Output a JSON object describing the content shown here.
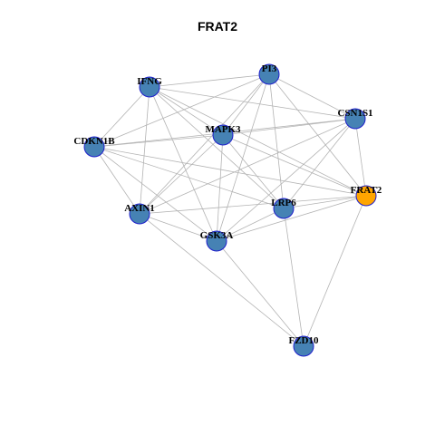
{
  "title": "FRAT2",
  "colors": {
    "node_default": "#4682B4",
    "node_highlight": "#FFA500",
    "node_border": "#1F1FCC",
    "edge": "#B3B3B3"
  },
  "nodes": [
    {
      "id": "PI3",
      "label": "PI3",
      "highlight": false
    },
    {
      "id": "IFNG",
      "label": "IFNG",
      "highlight": false
    },
    {
      "id": "CSN1S1",
      "label": "CSN1S1",
      "highlight": false
    },
    {
      "id": "MAPK3",
      "label": "MAPK3",
      "highlight": false
    },
    {
      "id": "CDKN1B",
      "label": "CDKN1B",
      "highlight": false
    },
    {
      "id": "FRAT2",
      "label": "FRAT2",
      "highlight": true
    },
    {
      "id": "AXIN1",
      "label": "AXIN1",
      "highlight": false
    },
    {
      "id": "LRP6",
      "label": "LRP6",
      "highlight": false
    },
    {
      "id": "GSK3A",
      "label": "GSK3A",
      "highlight": false
    },
    {
      "id": "FZD10",
      "label": "FZD10",
      "highlight": false
    }
  ],
  "edges": [
    [
      "PI3",
      "IFNG"
    ],
    [
      "PI3",
      "CSN1S1"
    ],
    [
      "PI3",
      "MAPK3"
    ],
    [
      "PI3",
      "CDKN1B"
    ],
    [
      "PI3",
      "FRAT2"
    ],
    [
      "PI3",
      "AXIN1"
    ],
    [
      "PI3",
      "LRP6"
    ],
    [
      "PI3",
      "GSK3A"
    ],
    [
      "IFNG",
      "CSN1S1"
    ],
    [
      "IFNG",
      "MAPK3"
    ],
    [
      "IFNG",
      "CDKN1B"
    ],
    [
      "IFNG",
      "AXIN1"
    ],
    [
      "IFNG",
      "LRP6"
    ],
    [
      "IFNG",
      "GSK3A"
    ],
    [
      "IFNG",
      "FRAT2"
    ],
    [
      "CSN1S1",
      "MAPK3"
    ],
    [
      "CSN1S1",
      "CDKN1B"
    ],
    [
      "CSN1S1",
      "FRAT2"
    ],
    [
      "CSN1S1",
      "AXIN1"
    ],
    [
      "CSN1S1",
      "LRP6"
    ],
    [
      "CSN1S1",
      "GSK3A"
    ],
    [
      "MAPK3",
      "CDKN1B"
    ],
    [
      "MAPK3",
      "FRAT2"
    ],
    [
      "MAPK3",
      "AXIN1"
    ],
    [
      "MAPK3",
      "LRP6"
    ],
    [
      "MAPK3",
      "GSK3A"
    ],
    [
      "CDKN1B",
      "FRAT2"
    ],
    [
      "CDKN1B",
      "AXIN1"
    ],
    [
      "CDKN1B",
      "LRP6"
    ],
    [
      "CDKN1B",
      "GSK3A"
    ],
    [
      "AXIN1",
      "FRAT2"
    ],
    [
      "AXIN1",
      "GSK3A"
    ],
    [
      "AXIN1",
      "FZD10"
    ],
    [
      "LRP6",
      "FRAT2"
    ],
    [
      "LRP6",
      "GSK3A"
    ],
    [
      "LRP6",
      "FZD10"
    ],
    [
      "GSK3A",
      "FRAT2"
    ],
    [
      "GSK3A",
      "FZD10"
    ],
    [
      "FRAT2",
      "FZD10"
    ]
  ]
}
